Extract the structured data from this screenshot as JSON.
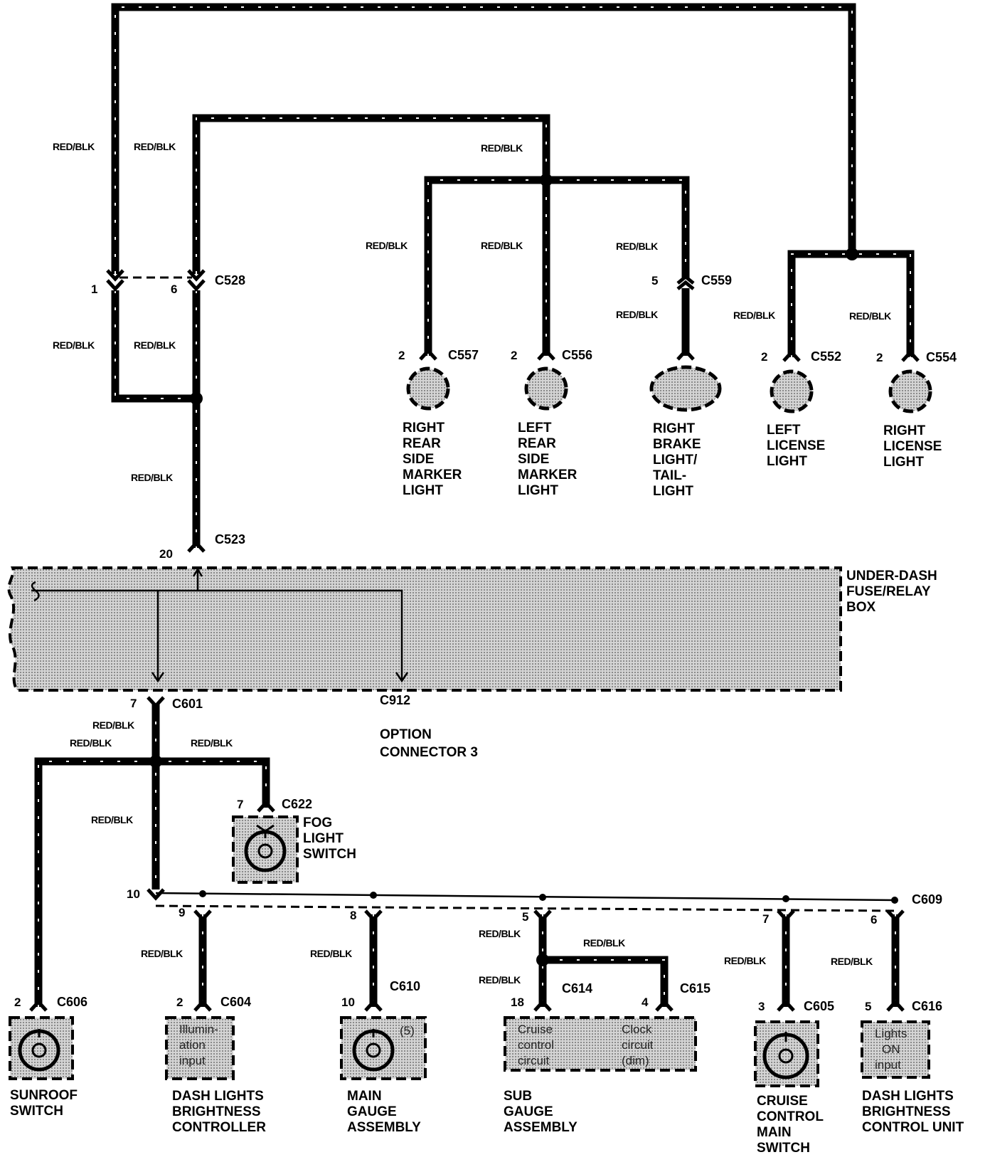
{
  "wire_color": "RED/BLK",
  "connectors": {
    "c528": {
      "name": "C528",
      "pins": [
        "1",
        "6"
      ]
    },
    "c523": {
      "name": "C523",
      "pin": "20"
    },
    "c557": {
      "name": "C557",
      "pin": "2"
    },
    "c556": {
      "name": "C556",
      "pin": "2"
    },
    "c559": {
      "name": "C559",
      "pin": "5"
    },
    "c552": {
      "name": "C552",
      "pin": "2"
    },
    "c554": {
      "name": "C554",
      "pin": "2"
    },
    "c601": {
      "name": "C601",
      "pin": "7"
    },
    "c912": {
      "name": "C912"
    },
    "c622": {
      "name": "C622",
      "pin": "7"
    },
    "c609": {
      "name": "C609",
      "pins": [
        "10",
        "9",
        "8",
        "5",
        "7",
        "6"
      ]
    },
    "c606": {
      "name": "C606",
      "pin": "2"
    },
    "c604": {
      "name": "C604",
      "pin": "2"
    },
    "c610": {
      "name": "C610",
      "pin": "10"
    },
    "c614": {
      "name": "C614",
      "pin": "18"
    },
    "c615": {
      "name": "C615",
      "pin": "4"
    },
    "c605": {
      "name": "C605",
      "pin": "3"
    },
    "c616": {
      "name": "C616",
      "pin": "5"
    }
  },
  "components": {
    "right_rear_side_marker": [
      "RIGHT",
      "REAR",
      "SIDE",
      "MARKER",
      "LIGHT"
    ],
    "left_rear_side_marker": [
      "LEFT",
      "REAR",
      "SIDE",
      "MARKER",
      "LIGHT"
    ],
    "right_brake_tail": [
      "RIGHT",
      "BRAKE",
      "LIGHT/",
      "TAIL-",
      "LIGHT"
    ],
    "left_license": [
      "LEFT",
      "LICENSE",
      "LIGHT"
    ],
    "right_license": [
      "RIGHT",
      "LICENSE",
      "LIGHT"
    ],
    "fuse_box": [
      "UNDER-DASH",
      "FUSE/RELAY",
      "BOX"
    ],
    "option_connector": [
      "OPTION",
      "CONNECTOR 3"
    ],
    "fog_switch": [
      "FOG",
      "LIGHT",
      "SWITCH"
    ],
    "sunroof_switch": [
      "SUNROOF",
      "SWITCH"
    ],
    "dash_controller": [
      "DASH LIGHTS",
      "BRIGHTNESS",
      "CONTROLLER"
    ],
    "dash_controller_inner": [
      "Illumin-",
      "ation",
      "input"
    ],
    "main_gauge": [
      "MAIN",
      "GAUGE",
      "ASSEMBLY"
    ],
    "main_gauge_inner": "(5)",
    "sub_gauge": [
      "SUB",
      "GAUGE",
      "ASSEMBLY"
    ],
    "sub_gauge_inner_left": [
      "Cruise",
      "control",
      "circuit"
    ],
    "sub_gauge_inner_right": [
      "Clock",
      "circuit",
      "(dim)"
    ],
    "cruise_switch": [
      "CRUISE",
      "CONTROL",
      "MAIN",
      "SWITCH"
    ],
    "dash_control_unit": [
      "DASH LIGHTS",
      "BRIGHTNESS",
      "CONTROL UNIT"
    ],
    "dash_control_unit_inner": [
      "Lights",
      "ON",
      "input"
    ]
  }
}
